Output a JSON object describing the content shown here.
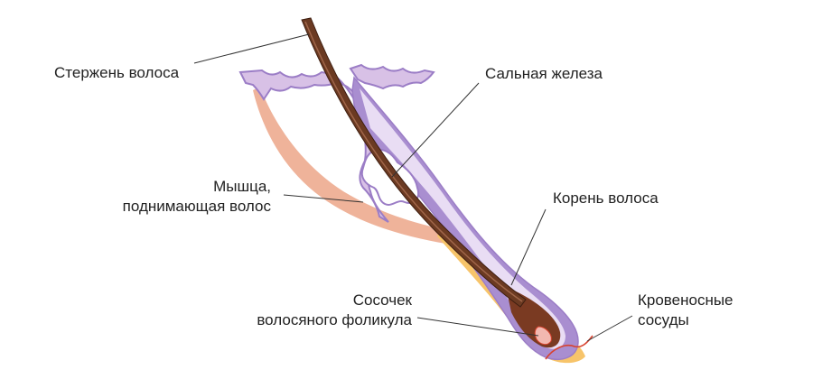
{
  "colors": {
    "skin_fill": "#d8c1e6",
    "skin_stroke": "#9b7dc6",
    "sheath_outer": "#a98ed0",
    "sheath_inner": "#e9ddf4",
    "shaft": "#6b3a22",
    "shaft_highlight": "#a0664a",
    "muscle": "#efb39a",
    "fat_layer": "#f7c46a",
    "bulb": "#7a3a22",
    "papilla": "#f2b8b0",
    "gland_fill": "#ffffff",
    "vessel": "#d8422e",
    "leader_line": "#333333",
    "text": "#222222"
  },
  "labels": {
    "shaft": "Стержень волоса",
    "gland": "Сальная железа",
    "muscle_line1": "Мышца,",
    "muscle_line2": "поднимающая волос",
    "root": "Корень волоса",
    "papilla_line1": "Сосочек",
    "papilla_line2": "волосяного фоликула",
    "vessels_line1": "Кровеносные",
    "vessels_line2": "сосуды"
  }
}
